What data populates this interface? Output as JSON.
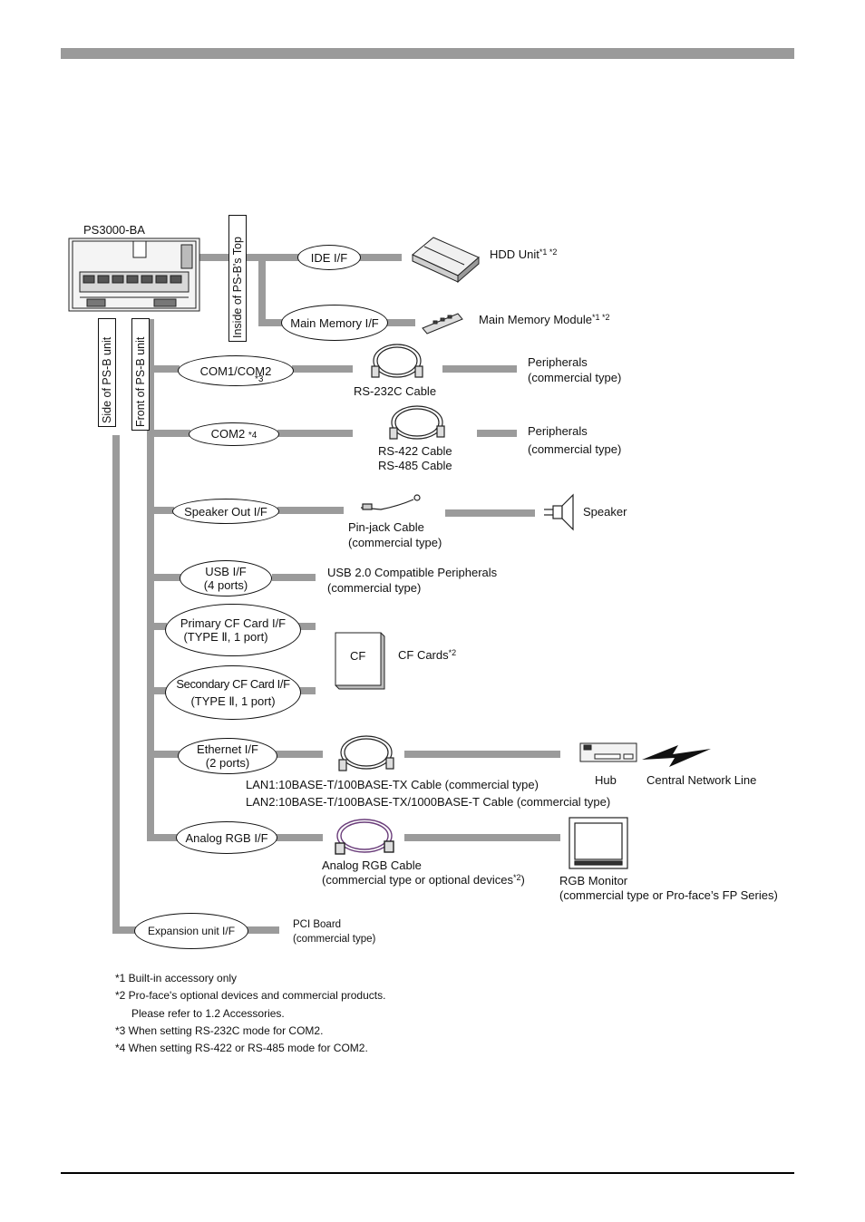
{
  "device_label": "PS3000-BA",
  "vertical_labels": {
    "inside_top": "Inside of PS-B's Top",
    "side_unit": "Side of PS-B unit",
    "front_unit": "Front of PS-B unit"
  },
  "interfaces": {
    "ide": "IDE I/F",
    "main_memory": "Main Memory I/F",
    "com1_com2": "COM1/COM2",
    "com1_com2_note": "*3",
    "com2": "COM2",
    "com2_note": "*4",
    "speaker_out": "Speaker Out I/F",
    "usb_line1": "USB I/F",
    "usb_line2": "(4 ports)",
    "primary_cf_line1": "Primary CF Card I/F",
    "primary_cf_line2": "(TYPE Ⅱ, 1 port)",
    "secondary_cf_line1": "Secondary CF Card I/F",
    "secondary_cf_line2": "(TYPE Ⅱ, 1 port)",
    "ethernet_line1": "Ethernet I/F",
    "ethernet_line2": "(2 ports)",
    "analog_rgb": "Analog RGB I/F",
    "expansion": "Expansion unit  I/F"
  },
  "devices": {
    "hdd": "HDD Unit",
    "hdd_note": "*1 *2",
    "memory_module": "Main Memory Module",
    "memory_module_note": "*1 *2",
    "rs232c_cable": "RS-232C Cable",
    "peripherals_1_line1": "Peripherals",
    "peripherals_1_line2": "(commercial type)",
    "rs422_cable": "RS-422 Cable",
    "rs485_cable": "RS-485 Cable",
    "peripherals_2_line1": "Peripherals",
    "peripherals_2_line2": "(commercial type)",
    "pinjack_line1": "Pin-jack Cable",
    "pinjack_line2": "(commercial type)",
    "speaker": "Speaker",
    "usb_peripherals_line1": "USB 2.0 Compatible Peripherals",
    "usb_peripherals_line2": "(commercial type)",
    "cf_box": "CF",
    "cf_cards": "CF Cards",
    "cf_cards_note": "*2",
    "hub": "Hub",
    "central_network": "Central Network Line",
    "lan1": "LAN1:10BASE-T/100BASE-TX Cable (commercial type)",
    "lan2": "LAN2:10BASE-T/100BASE-TX/1000BASE-T Cable (commercial type)",
    "analog_cable_line1": "Analog RGB Cable",
    "analog_cable_line2_a": "(commercial type or optional devices",
    "analog_cable_line2_note": "*2",
    "analog_cable_line2_b": ")",
    "rgb_monitor_line1": "RGB Monitor",
    "rgb_monitor_line2": "(commercial type or Pro-face’s FP Series)",
    "pci_line1": "PCI Board",
    "pci_line2": "(commercial type)"
  },
  "footnotes": [
    "*1 Built-in accessory only",
    "*2 Pro-face's optional devices and commercial products.",
    "Please refer to 1.2 Accessories.",
    "*3 When setting RS-232C mode for COM2.",
    "*4 When setting RS-422 or RS-485 mode for COM2."
  ],
  "colors": {
    "header_bar": "#9a9a9a",
    "connector": "#9b9b9b",
    "footer_rule": "#000000"
  }
}
